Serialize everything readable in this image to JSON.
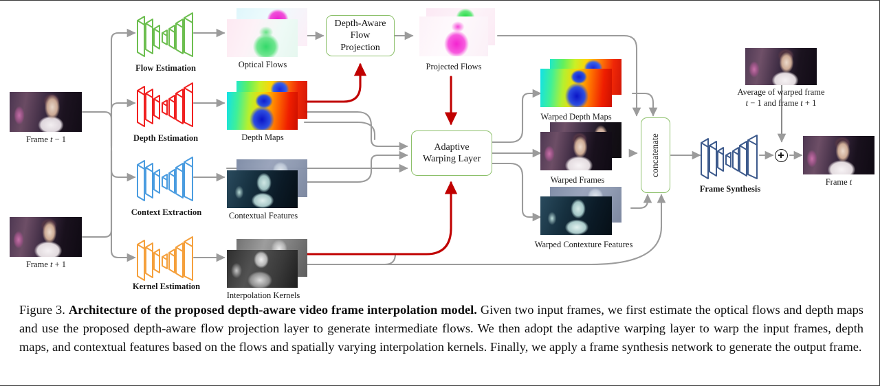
{
  "figure": {
    "inputs": [
      {
        "name": "frame-prev",
        "label_html": "Frame <i>t</i> &minus; 1",
        "label_text": "Frame t - 1"
      },
      {
        "name": "frame-next",
        "label_html": "Frame <i>t</i> + 1",
        "label_text": "Frame t + 1"
      }
    ],
    "encoders": [
      {
        "name": "flow-estimation",
        "label": "Flow Estimation",
        "color": "#6cbe4f"
      },
      {
        "name": "depth-estimation",
        "label": "Depth Estimation",
        "color": "#f02020"
      },
      {
        "name": "context-extraction",
        "label": "Context Extraction",
        "color": "#4a9ce0"
      },
      {
        "name": "kernel-estimation",
        "label": "Kernel Estimation",
        "color": "#f5a03c"
      }
    ],
    "intermediates": [
      {
        "name": "optical-flows",
        "label": "Optical Flows"
      },
      {
        "name": "depth-maps",
        "label": "Depth Maps"
      },
      {
        "name": "contextual-features",
        "label": "Contextual Features"
      },
      {
        "name": "interpolation-kernels",
        "label": "Interpolation Kernels"
      }
    ],
    "boxes": [
      {
        "name": "depth-aware-flow-projection",
        "lines": [
          "Depth-Aware",
          "Flow",
          "Projection"
        ]
      },
      {
        "name": "adaptive-warping-layer",
        "lines": [
          "Adaptive",
          "Warping Layer"
        ]
      },
      {
        "name": "concatenate",
        "lines": [
          "concatenate"
        ]
      }
    ],
    "projected_flows_label": "Projected Flows",
    "warped": [
      {
        "name": "warped-depth-maps",
        "label": "Warped Depth Maps"
      },
      {
        "name": "warped-frames",
        "label": "Warped Frames"
      },
      {
        "name": "warped-contexture-features",
        "label": "Warped Contexture Features"
      }
    ],
    "synthesis": {
      "name": "frame-synthesis",
      "label": "Frame Synthesis",
      "color": "#3d5a8c"
    },
    "average": {
      "line1": "Average of warped frame",
      "line2_html": "<i>t</i> &minus; 1 and frame <i>t</i> + 1",
      "line2_text": "t - 1 and frame t + 1"
    },
    "output": {
      "name": "frame-t",
      "label_html": "Frame <i>t</i>",
      "label_text": "Frame t"
    },
    "plus_symbol": "+",
    "colors": {
      "arrow_gray": "#9b9b9b",
      "arrow_red": "#c00000",
      "box_border_green": "#8cc06a",
      "flow_green": "#6cbe4f",
      "depth_red": "#f02020",
      "context_blue": "#4a9ce0",
      "kernel_orange": "#f5a03c",
      "synthesis_blue": "#3d5a8c"
    }
  },
  "caption": {
    "number": "Figure 3.",
    "title": "Architecture of the proposed depth-aware video frame interpolation model.",
    "body": "Given two input frames, we first estimate the optical flows and depth maps and use the proposed depth-aware flow projection layer to generate intermediate flows. We then adopt the adaptive warping layer to warp the input frames, depth maps, and contextual features based on the flows and spatially varying interpolation kernels. Finally, we apply a frame synthesis network to generate the output frame."
  }
}
